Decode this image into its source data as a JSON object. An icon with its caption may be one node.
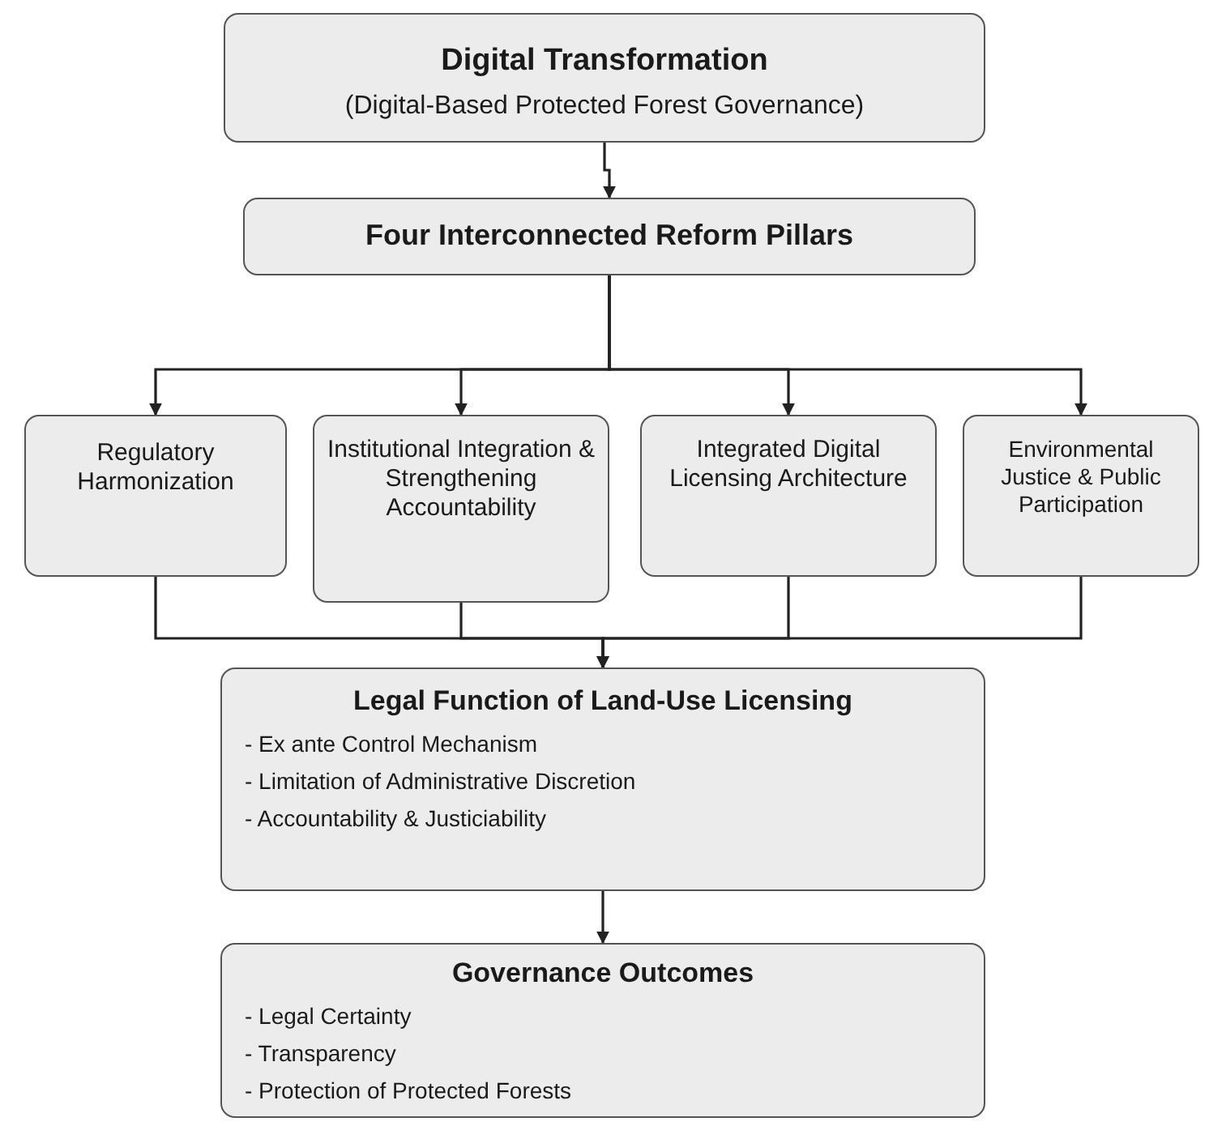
{
  "diagram": {
    "nodes": [
      {
        "text": [
          "Digital Transformation",
          "(Digital-Based Protected Forest Governance)"
        ]
      },
      {
        "text": [
          "Four Interconnected Reform Pillars"
        ]
      },
      {
        "text": [
          "Regulatory Harmonization"
        ]
      },
      {
        "text": [
          "Institutional Integration & Strengthening Accountability"
        ]
      },
      {
        "text": [
          "Integrated Digital Licensing Architecture"
        ]
      },
      {
        "text": [
          "Environmental Justice & Public Participation"
        ]
      },
      {
        "text": [
          "Legal Function of Land-Use Licensing",
          "- Ex ante Control Mechanism",
          "- Limitation of Administrative Discretion",
          "- Accountability & Justiciability"
        ]
      },
      {
        "text": [
          "Governance Outcomes",
          "- Legal Certainty",
          "- Transparency",
          "- Protection of Protected Forests"
        ]
      }
    ],
    "edges": [
      {
        "from": 0,
        "to": 1,
        "arrow": "to"
      },
      {
        "from": 1,
        "to": 2,
        "arrow": "to"
      },
      {
        "from": 1,
        "to": 3,
        "arrow": "to"
      },
      {
        "from": 1,
        "to": 4,
        "arrow": "to"
      },
      {
        "from": 1,
        "to": 5,
        "arrow": "to"
      },
      {
        "from": 2,
        "to": 6,
        "arrow": "to"
      },
      {
        "from": 3,
        "to": 6,
        "arrow": "to"
      },
      {
        "from": 4,
        "to": 6,
        "arrow": "to"
      },
      {
        "from": 5,
        "to": 6,
        "arrow": "to"
      },
      {
        "from": 6,
        "to": 7,
        "arrow": "to"
      }
    ]
  }
}
